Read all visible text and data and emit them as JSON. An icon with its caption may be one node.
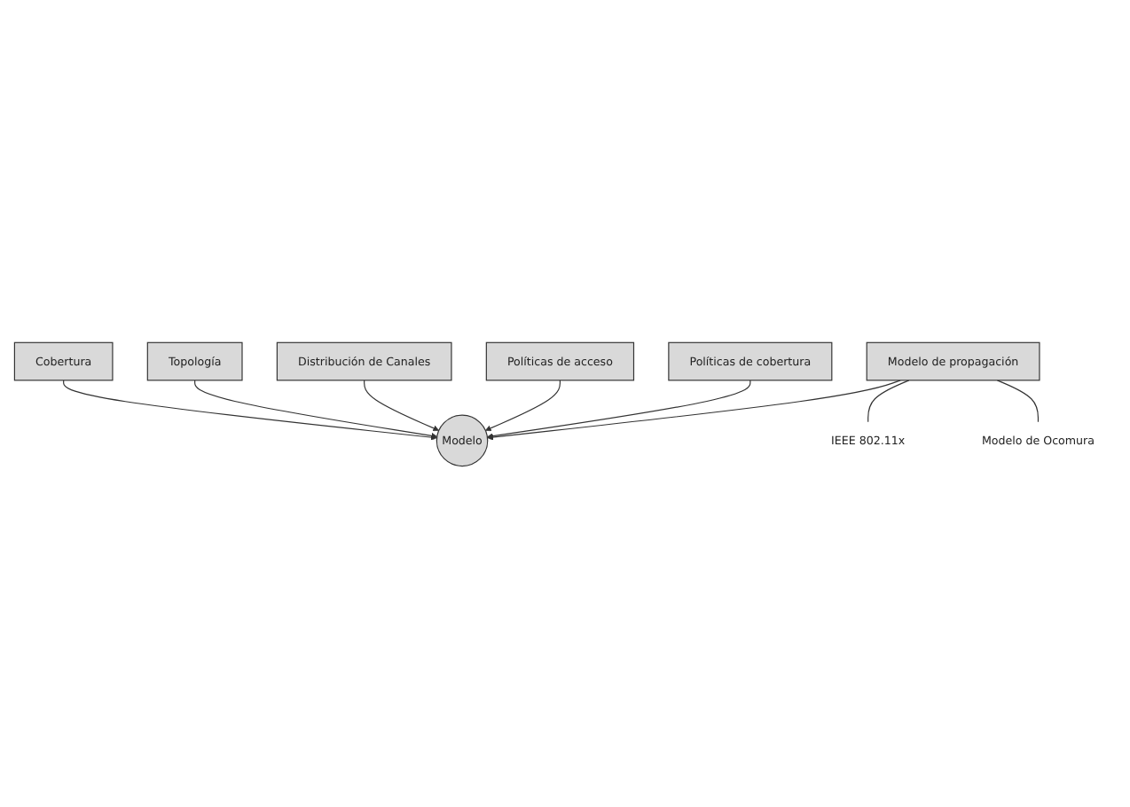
{
  "diagram": {
    "nodes": [
      {
        "text": [
          "Cobertura"
        ]
      },
      {
        "text": [
          "Topología"
        ]
      },
      {
        "text": [
          "Distribución de Canales"
        ]
      },
      {
        "text": [
          "Modelo de propagación"
        ]
      },
      {
        "text": [
          "IEEE 802.11x"
        ]
      },
      {
        "text": [
          "Modelo de Ocomura"
        ]
      },
      {
        "text": [
          "Políticas de acceso"
        ]
      },
      {
        "text": [
          "Políticas de cobertura"
        ]
      },
      {
        "text": [
          "Modelo"
        ]
      }
    ],
    "edges": [
      {
        "from": 0,
        "to": 8,
        "arrow": "to"
      },
      {
        "from": 1,
        "to": 8,
        "arrow": "to"
      },
      {
        "from": 2,
        "to": 8,
        "arrow": "to"
      },
      {
        "from": 3,
        "to": 8,
        "arrow": "to"
      },
      {
        "from": 3,
        "to": 4,
        "arrow": "none"
      },
      {
        "from": 3,
        "to": 5,
        "arrow": "none"
      },
      {
        "from": 6,
        "to": 8,
        "arrow": "to"
      },
      {
        "from": 7,
        "to": 8,
        "arrow": "to"
      }
    ]
  }
}
